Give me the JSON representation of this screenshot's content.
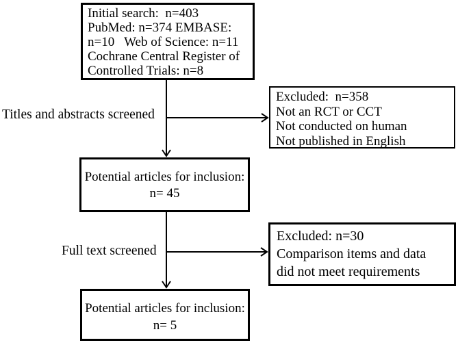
{
  "diagram": {
    "type": "flowchart",
    "background_color": "#ffffff",
    "line_color": "#000000",
    "boxes": {
      "initial_search": {
        "lines": [
          "Initial search:  n=403",
          "PubMed: n=374 EMBASE:",
          "n=10   Web of Science: n=11",
          "Cochrane Central Register of",
          "Controlled Trials: n=8"
        ]
      },
      "excluded_screening": {
        "lines": [
          "Excluded:  n=358",
          "Not an RCT or CCT",
          "Not conducted on human",
          "Not published in English"
        ]
      },
      "potential_inclusion_45": {
        "lines": [
          "Potential articles for inclusion:",
          "n= 45"
        ]
      },
      "excluded_full_text": {
        "lines": [
          "Excluded: n=30",
          "Comparison items and data",
          "did not meet requirements"
        ]
      },
      "potential_inclusion_5": {
        "lines": [
          "Potential articles for inclusion:",
          "n= 5"
        ]
      }
    },
    "edge_labels": {
      "titles_abstracts_screened": "Titles and abstracts screened",
      "full_text_screened": "Full text screened"
    }
  }
}
